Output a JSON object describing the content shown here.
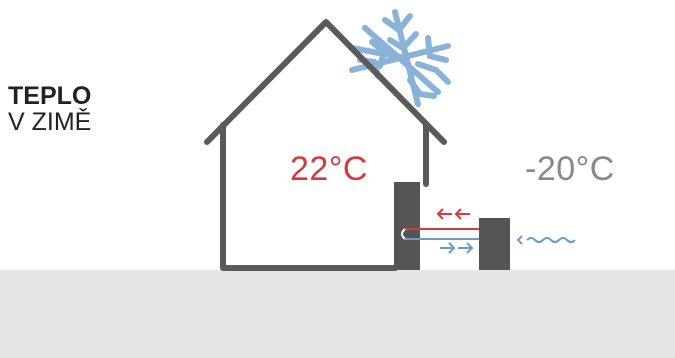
{
  "heading": {
    "strong": "TEPLO",
    "sub": "V ZIMĚ"
  },
  "temperatures": {
    "inside": "22°C",
    "outside": "-20°C"
  },
  "icons": {
    "house": "house-outline-icon",
    "snowflake": "snowflake-icon",
    "indoor_unit": "indoor-unit-icon",
    "outdoor_unit": "outdoor-unit-icon",
    "hot_arrows": "double-arrow-left-icon",
    "cold_arrows": "double-arrow-right-icon",
    "air": "wave-icon"
  },
  "colors": {
    "house_outline": "#5a5a5a",
    "snowflake": "#8ab2d8",
    "warm": "#d63a3a",
    "cold": "#6a9cc8",
    "unit": "#555555",
    "ground": "#e8e6e4"
  }
}
